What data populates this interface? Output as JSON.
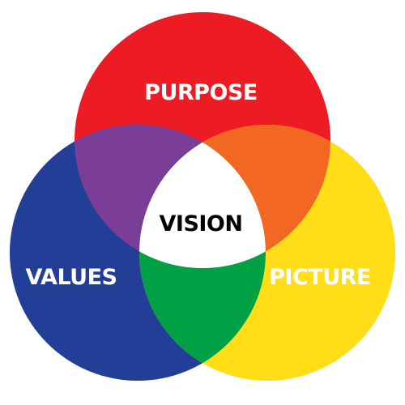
{
  "diagram": {
    "circles": [
      {
        "id": "top",
        "label": "PURPOSE",
        "color": "#ED1C24"
      },
      {
        "id": "left",
        "label": "VALUES",
        "color": "#233E96"
      },
      {
        "id": "right",
        "label": "PICTURE",
        "color": "#FFDD17"
      }
    ],
    "overlaps": {
      "top_left": "#7A3E98",
      "top_right": "#F26822",
      "left_right": "#00A145",
      "center": "#FFFFFF"
    },
    "center_label": "VISION",
    "label_color": "#FFFFFF",
    "center_label_color": "#000000"
  }
}
